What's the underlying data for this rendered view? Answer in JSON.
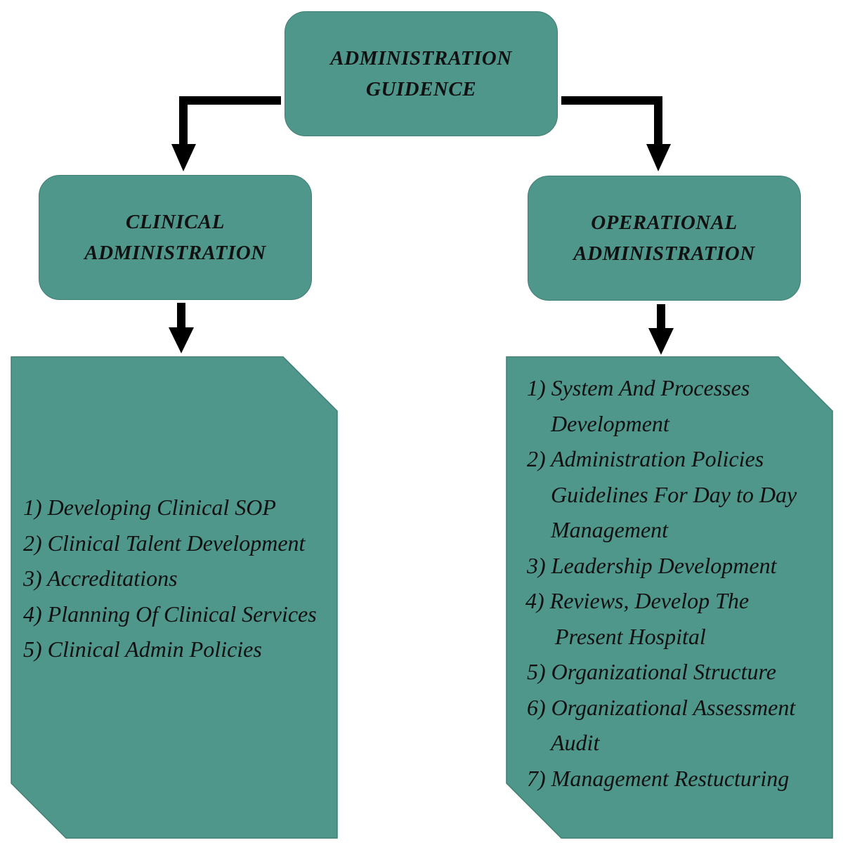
{
  "root": {
    "title_lines": [
      "ADMINISTRATION",
      "GUIDENCE"
    ]
  },
  "clinical": {
    "title_lines": [
      "CLINICAL",
      "ADMINISTRATION"
    ],
    "items": [
      "1) Developing Clinical SOP",
      "2) Clinical Talent Development",
      "3) Accreditations",
      "4) Planning Of Clinical Services",
      "5) Clinical Admin Policies"
    ]
  },
  "operational": {
    "title_lines": [
      "OPERATIONAL",
      "ADMINISTRATION"
    ],
    "items": [
      "1) System And Processes",
      "Development",
      "2) Administration Policies",
      "Guidelines For Day to Day",
      "Management",
      "3) Leadership Development",
      "4) Reviews, Develop The",
      "Present Hospital",
      "5) Organizational Structure",
      "6) Organizational Assessment",
      "Audit",
      "7) Management Restucturing"
    ]
  },
  "colors": {
    "box_fill": "#4f968b",
    "box_border": "#3f7f74",
    "arrow": "#000000",
    "text": "#111111"
  }
}
